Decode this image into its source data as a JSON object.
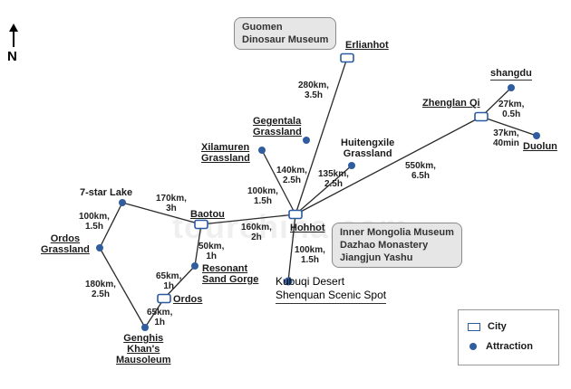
{
  "map": {
    "watermark": "tourchina.com",
    "north_label": "N",
    "cities": [
      {
        "id": "erlianhot",
        "name": "Erlianhot"
      },
      {
        "id": "zhenglan",
        "name": "Zhenglan Qi"
      },
      {
        "id": "baotou",
        "name": "Baotou"
      },
      {
        "id": "hohhot",
        "name": "Hohhot"
      },
      {
        "id": "ordos",
        "name": "Ordos"
      }
    ],
    "attractions": [
      {
        "id": "shangdu",
        "name": "shangdu"
      },
      {
        "id": "duolun",
        "name": "Duolun"
      },
      {
        "id": "gegentala",
        "name": "Gegentala\nGrassland"
      },
      {
        "id": "xilamuren",
        "name": "Xilamuren\nGrassland"
      },
      {
        "id": "huitengxile",
        "name": "Huitengxile\nGrassland"
      },
      {
        "id": "sevenstar",
        "name": "7-star Lake"
      },
      {
        "id": "ordosgrass",
        "name": "Ordos\nGrassland"
      },
      {
        "id": "resonant",
        "name": "Resonant\nSand Gorge"
      },
      {
        "id": "genghis",
        "name": "Genghis\nKhan's\nMausoleum"
      },
      {
        "id": "kubuqi",
        "name": "Kubuqi Desert\nShenquan Scenic Spot"
      }
    ],
    "callouts": [
      {
        "id": "guomen",
        "text": "Guomen\nDinosaur Museum"
      },
      {
        "id": "hohhot_sights",
        "text": "Inner Mongolia Museum\nDazhao Monastery\nJiangjun Yashu"
      }
    ],
    "distances": [
      {
        "id": "d_erlian",
        "text": "280km,\n3.5h"
      },
      {
        "id": "d_shangdu",
        "text": "27km,\n0.5h"
      },
      {
        "id": "d_duolun",
        "text": "37km,\n40min"
      },
      {
        "id": "d_gegentala",
        "text": "140km,\n2.5h"
      },
      {
        "id": "d_huitengxile",
        "text": "135km,\n2.5h"
      },
      {
        "id": "d_zhenglan",
        "text": "550km,\n6.5h"
      },
      {
        "id": "d_xilamuren",
        "text": "100km,\n1.5h"
      },
      {
        "id": "d_sevenstar",
        "text": "170km,\n3h"
      },
      {
        "id": "d_baotou_hohhot",
        "text": "160km,\n2h"
      },
      {
        "id": "d_kubuqi",
        "text": "100km,\n1.5h"
      },
      {
        "id": "d_ordosgrass",
        "text": "100km,\n1.5h"
      },
      {
        "id": "d_resonant",
        "text": "50km,\n1h"
      },
      {
        "id": "d_ordos_res",
        "text": "65km,\n1h"
      },
      {
        "id": "d_genghis_og",
        "text": "180km,\n2.5h"
      },
      {
        "id": "d_genghis_ordos",
        "text": "65km,\n1h"
      }
    ]
  },
  "legend": {
    "city_label": "City",
    "attraction_label": "Attraction"
  },
  "colors": {
    "route": "#2a2a2a",
    "city_outline": "#2a5aa0",
    "attraction_dot": "#2f5d9e",
    "callout_bg": "#e6e6e6"
  }
}
